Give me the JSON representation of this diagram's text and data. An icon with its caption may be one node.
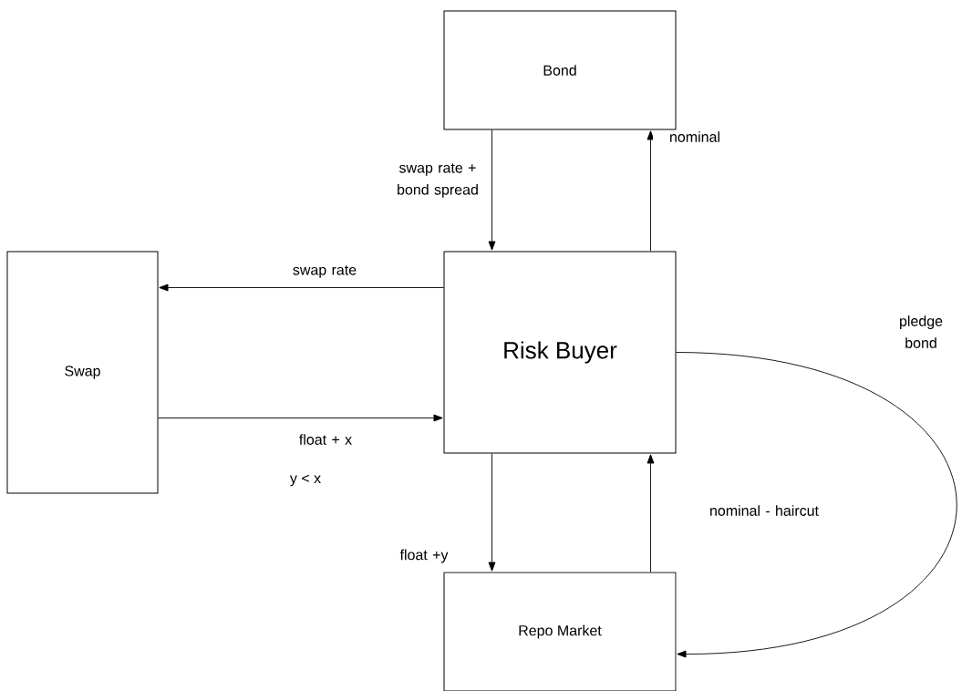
{
  "diagram": {
    "nodes": [
      {
        "text": [
          "Bond"
        ]
      },
      {
        "text": [
          "Swap"
        ]
      },
      {
        "text": [
          "Risk Buyer"
        ]
      },
      {
        "text": [
          "Repo Market"
        ]
      }
    ],
    "edges": [
      {
        "from": 0,
        "to": 2,
        "arrow": "to",
        "label": "swap rate + bond spread"
      },
      {
        "from": 2,
        "to": 0,
        "arrow": "to",
        "label": "nominal"
      },
      {
        "from": 2,
        "to": 1,
        "arrow": "to",
        "label": "swap rate"
      },
      {
        "from": 1,
        "to": 2,
        "arrow": "to",
        "label": "float + x"
      },
      {
        "from": 2,
        "to": 3,
        "arrow": "to",
        "label": "float +y"
      },
      {
        "from": 3,
        "to": 2,
        "arrow": "to",
        "label": "nominal - haircut"
      },
      {
        "from": 2,
        "to": 3,
        "arrow": "to",
        "label": "pledge bond"
      }
    ],
    "labels": [
      "y < x"
    ]
  }
}
